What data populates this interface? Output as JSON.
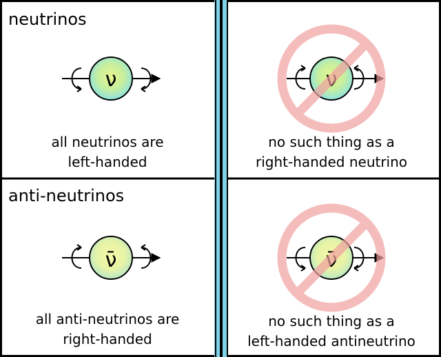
{
  "panels": {
    "neutrinos": {
      "heading": "neutrinos",
      "symbol": "ν",
      "caption_line1": "all neutrinos are",
      "caption_line2": "left-handed"
    },
    "right_handed_neutrino": {
      "symbol": "ν",
      "caption_line1": "no such thing as a",
      "caption_line2": "right-handed neutrino"
    },
    "antineutrinos": {
      "heading": "anti-neutrinos",
      "symbol": "ν̄",
      "caption_line1": "all anti-neutrinos are",
      "caption_line2": "right-handed"
    },
    "left_handed_antineutrino": {
      "symbol": "ν̄",
      "caption_line1": "no such thing as a",
      "caption_line2": "left-handed antineutrino"
    }
  },
  "colors": {
    "border": "#000000",
    "divider_band": "#7fd3e6",
    "prohibition": "#f2a7a7",
    "neutrino_gradient": [
      "#dff28a",
      "#9ee6da"
    ],
    "antineutrino_gradient": [
      "#f1f6a8",
      "#c9ecd0"
    ]
  },
  "icons": [
    "prohibition-sign-icon",
    "spin-arrow-icon",
    "momentum-arrow-icon"
  ]
}
